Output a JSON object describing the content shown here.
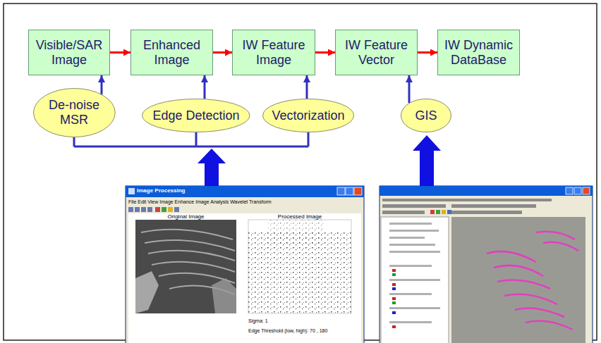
{
  "diagram": {
    "nodes": [
      {
        "text": [
          "Visible/SAR Image"
        ]
      },
      {
        "text": [
          "Enhanced Image"
        ]
      },
      {
        "text": [
          "IW Feature Image"
        ]
      },
      {
        "text": [
          "IW Feature Vector"
        ]
      },
      {
        "text": [
          "IW Dynamic DataBase"
        ]
      },
      {
        "text": [
          "De-noise MSR"
        ]
      },
      {
        "text": [
          "Edge Detection"
        ]
      },
      {
        "text": [
          "Vectorization"
        ]
      },
      {
        "text": [
          "GIS"
        ]
      }
    ],
    "edges": [
      {
        "from": 0,
        "to": 1,
        "arrow": "to"
      },
      {
        "from": 1,
        "to": 2,
        "arrow": "to"
      },
      {
        "from": 2,
        "to": 3,
        "arrow": "to"
      },
      {
        "from": 3,
        "to": 4,
        "arrow": "to"
      },
      {
        "from": 5,
        "to": 0,
        "arrow": "to"
      },
      {
        "from": 6,
        "to": 1,
        "arrow": "to"
      },
      {
        "from": 7,
        "to": 2,
        "arrow": "to"
      },
      {
        "from": 8,
        "to": 3,
        "arrow": "to"
      }
    ],
    "labels": [
      "Image Processing",
      "File Edit View Image Enhance Image Analysis Wavelet Transform",
      "Original Image",
      "Processed Image",
      "Sigma: 1",
      "Edge Threshold (low, high): 70 , 180"
    ]
  }
}
